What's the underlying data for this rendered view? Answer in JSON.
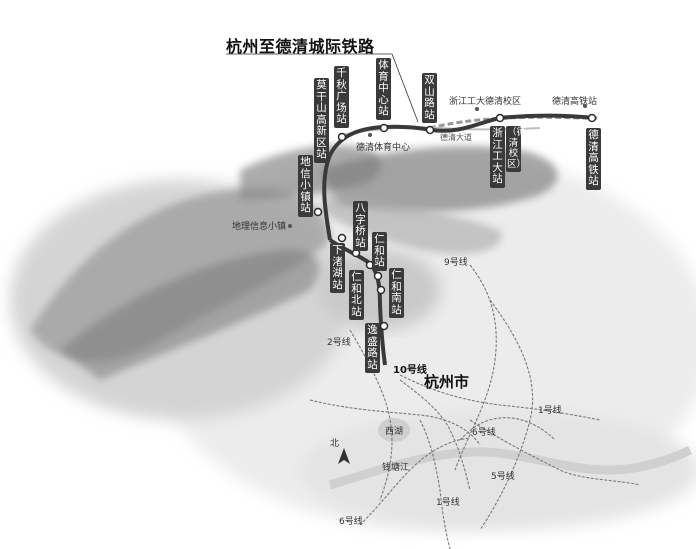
{
  "title": "杭州至德清城际铁路",
  "stations": {
    "moganshan": "莫干山高新区站",
    "qianqiu": "千秋广场站",
    "tiyu": "体育中心站",
    "shuangshan": "双山路站",
    "zjut": "浙江工大站",
    "zjut_sub": "（德清校区）",
    "deqinggaotie": "德清高铁站",
    "dixin": "地信小镇站",
    "bazi": "八字桥站",
    "xiazhuhu": "下渚湖站",
    "renhe": "仁和站",
    "renhebei": "仁和北站",
    "renhenan": "仁和南站",
    "xisheng": "逸盛路站"
  },
  "places": {
    "zjut_campus": "浙江工大德清校区",
    "deqing_hsr": "德清高铁站",
    "deqing_sports": "德清体育中心",
    "dixin_town": "地理信息小镇",
    "avenue": "德清大道",
    "xihu": "西湖",
    "qiantang": "钱塘江",
    "north": "北",
    "city": "杭州市"
  },
  "lines": {
    "l10": "10号线",
    "l9": "9号线",
    "l2": "2号线",
    "l1a": "1号线",
    "l6": "6号线",
    "l5": "5号线",
    "l1b": "1号线",
    "l6b": "6号线"
  }
}
